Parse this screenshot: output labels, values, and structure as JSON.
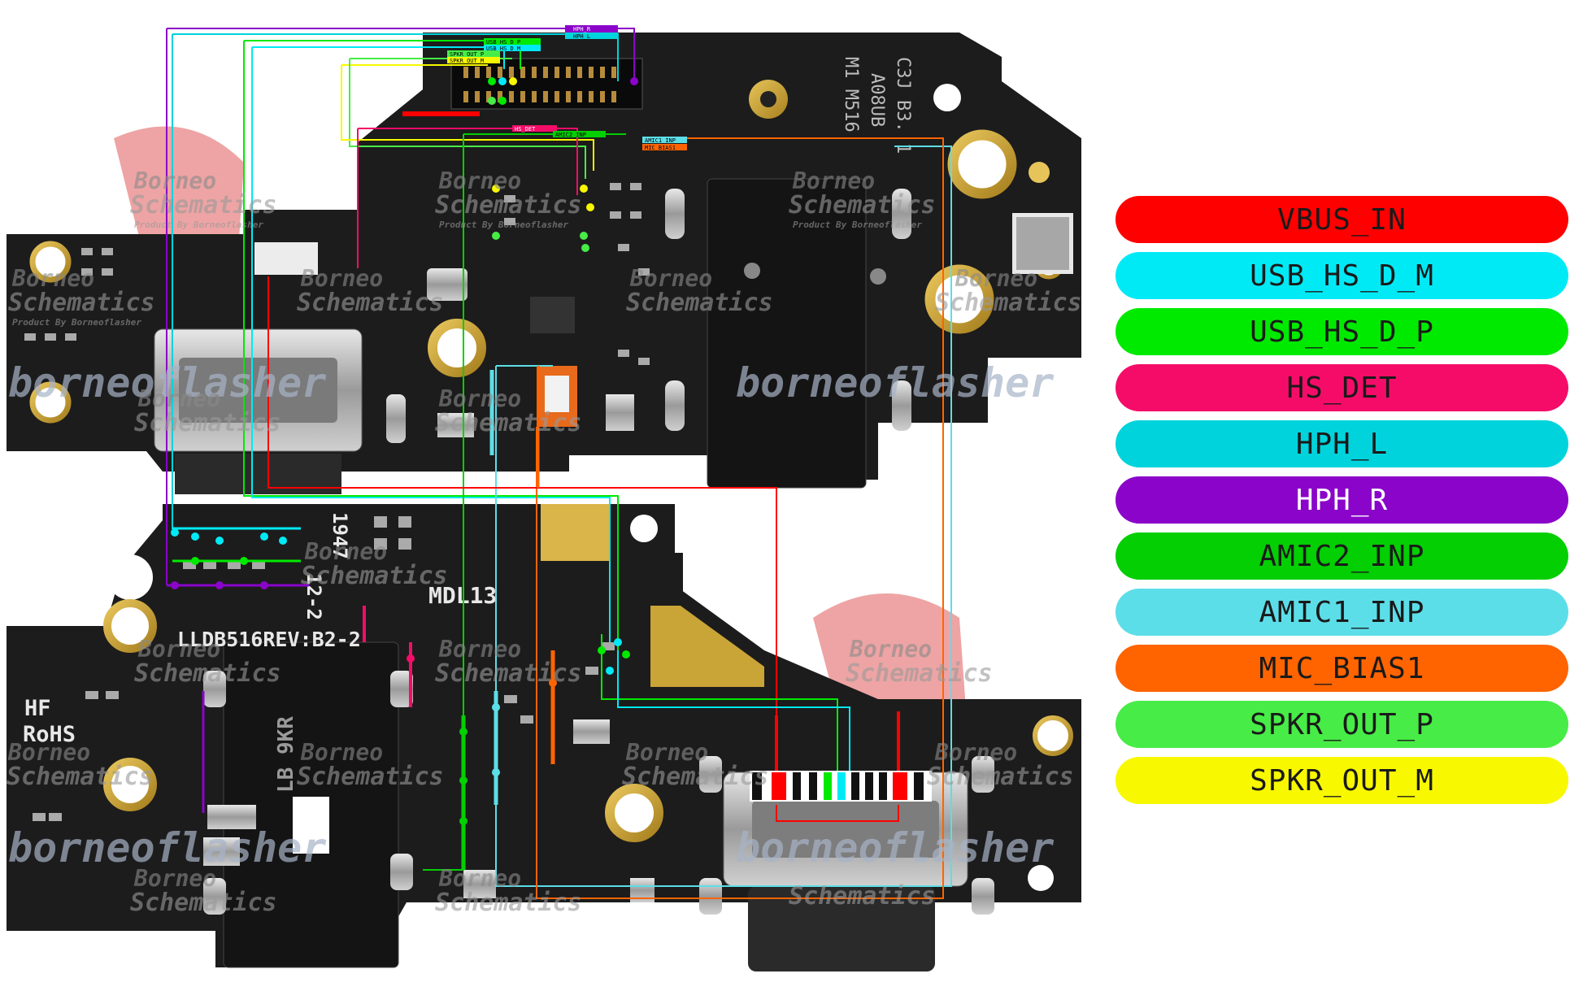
{
  "board": {
    "top_silk": [
      "M1 M516",
      "A08UB",
      "C3J B3. 1"
    ],
    "bottom_silk": [
      "LLDB516REV:B2-2",
      "MDL13",
      "12-2",
      "1947",
      "HF",
      "RoHS",
      "LB 9KR"
    ],
    "watermark_brand": "Borneo",
    "watermark_sub": "Schematics",
    "watermark_small": "Product By Borneoflasher",
    "watermark_big": "borneoflasher",
    "trace_tags": [
      "HPH_R",
      "HPH_L",
      "USB_HS_D_M",
      "USB_HS_D_P",
      "SPKR_OUT_P",
      "SPKR_OUT_M",
      "HS_DET",
      "AMIC2_INP",
      "AMIC1_INP",
      "MIC_BIAS1"
    ]
  },
  "legend": [
    {
      "label": "VBUS_IN",
      "color": "#ff0000"
    },
    {
      "label": "USB_HS_D_M",
      "color": "#00eaf6"
    },
    {
      "label": "USB_HS_D_P",
      "color": "#00ea00"
    },
    {
      "label": "HS_DET",
      "color": "#f50c69"
    },
    {
      "label": "HPH_L",
      "color": "#00d3dc"
    },
    {
      "label": "HPH_R",
      "color": "#8a05c9"
    },
    {
      "label": "AMIC2_INP",
      "color": "#03cf03"
    },
    {
      "label": "AMIC1_INP",
      "color": "#5cdee8"
    },
    {
      "label": "MIC_BIAS1",
      "color": "#ff6400"
    },
    {
      "label": "SPKR_OUT_P",
      "color": "#47ec47"
    },
    {
      "label": "SPKR_OUT_M",
      "color": "#f8f800"
    }
  ]
}
